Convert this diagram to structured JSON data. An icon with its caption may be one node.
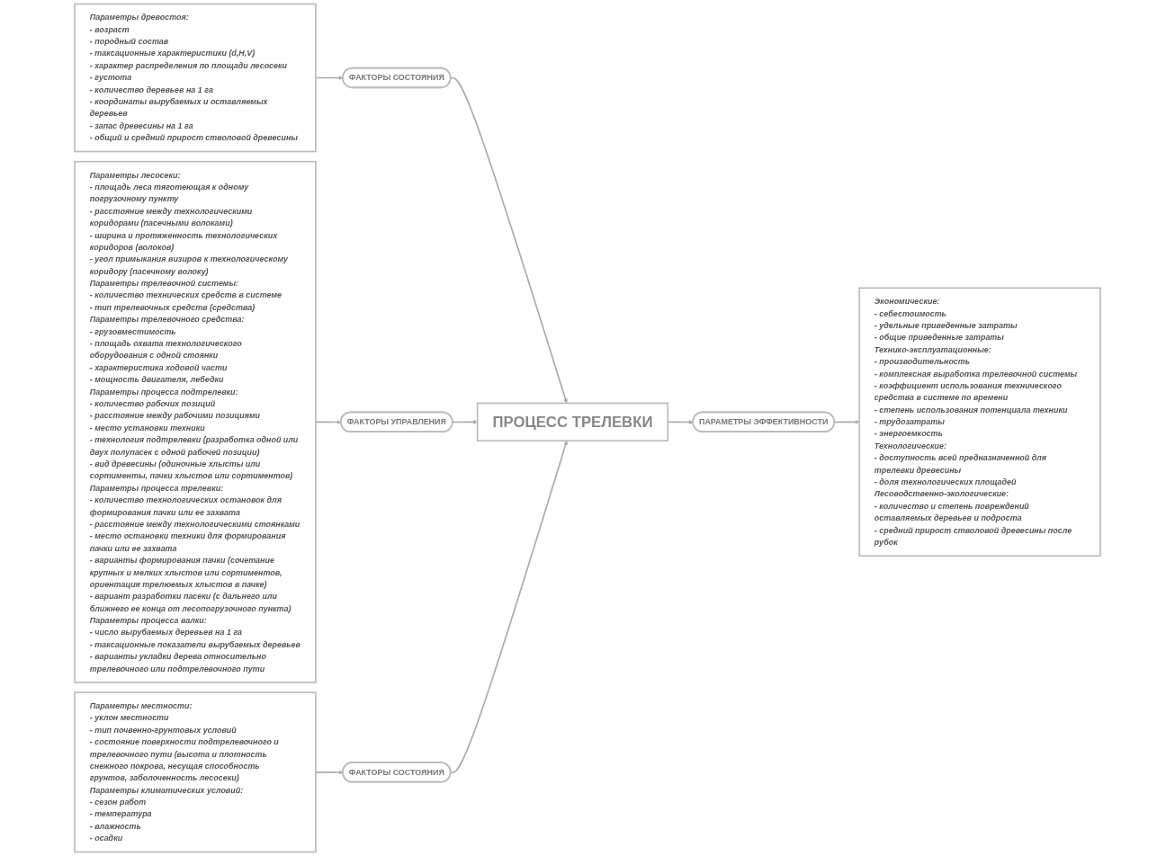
{
  "diagram": {
    "nodes": [
      {
        "text": [
          "Параметры древостоя:",
          "- возраст",
          "- породный состав",
          "- таксационные характеристики (d,H,V)",
          "- характер распределения по площади лесосеки",
          "- густота",
          "- количество деревьев на 1 га",
          "- координаты вырубаемых и оставляемых деревьев",
          "- запас древесины на 1 га",
          "- общий и средний прирост стволовой древесины"
        ]
      },
      {
        "text": [
          "Параметры лесосеки:",
          "- площадь леса тяготеющая к одному погрузочному пункту",
          "- расстояние между технологическими коридорами (пасечными волоками)",
          "- ширина и протяженность технологических коридоров (волоков)",
          "- угол примыкания визиров к технологическому коридору (пасечному волоку)",
          "Параметры трелевочной системы:",
          "- количество технических средств в системе",
          "- тип трелевочных средств (средства)",
          "Параметры трелевочного средства:",
          "- грузовместимость",
          "- площадь охвата технологического оборудования с одной стоянки",
          "- характеристика ходовой части",
          "- мощность двигателя, лебедки",
          "Параметры процесса подтрелевки:",
          "- количество рабочих позиций",
          "- расстояние между рабочими позициями",
          "- место установки техники",
          "- технология подтрелевки (разработка одной или двух полупасек с одной рабочей позиции)",
          "- вид древесины (одиночные хлысты или сортименты, пачки хлыстов или сортиментов)",
          "Параметры процесса трелевки:",
          "- количество технологических остановок для формирования пачки или ее захвата",
          "- расстояние между технологическими стоянками",
          "- место остановки техники для формирования пачки или ее захвата",
          "- варианты формирования пачки (сочетание крупных и мелких хлыстов или сортиментов, ориентация трелюемых хлыстов в пачке)",
          "- вариант разработки пасеки (с дальнего или ближнего ее конца от лесопогрузочного пункта)",
          "Параметры процесса валки:",
          "- число вырубаемых деревьев на 1 га",
          "- таксационные показатели вырубаемых деревьев",
          "- варианты укладки дерева относительно трелевочного или подтрелевочного пути"
        ]
      },
      {
        "text": [
          "ФАКТОРЫ СОСТОЯНИЯ"
        ]
      },
      {
        "text": [
          "ФАКТОРЫ УПРАВЛЕНИЯ"
        ]
      },
      {
        "text": [
          "ПРОЦЕСС ТРЕЛЕВКИ"
        ]
      },
      {
        "text": [
          "ПАРАМЕТРЫ ЭФФЕКТИВНОСТИ"
        ]
      },
      {
        "text": [
          "Экономические:",
          "- себестоимость",
          "- удельные приведенные затраты",
          "- общие приведенные затраты",
          "Технико-эксплуатационные:",
          "- производительность",
          "- комплексная выработка трелевочной системы",
          "- коэффициент использования технического средства в системе по времени",
          "- степень использования потенциала техники",
          "- трудозатраты",
          "- энергоемкость",
          "Технологические:",
          "- доступность всей предназначенной для трелевки древесины",
          "- доля технологических площадей",
          "Лесоводственно-экологические:",
          "- количество и степень повреждений оставляемых деревьев и подроста",
          "- средний прирост стволовой древесины после рубок"
        ]
      },
      {
        "text": [
          "ФАКТОРЫ СОСТОЯНИЯ"
        ]
      },
      {
        "text": [
          "Параметры местности:",
          "- уклон местности",
          "- тип почвенно-грунтовых условий",
          "- состояние поверхности подтрелевочного и трелевочного пути (высота и плотность снежного покрова, несущая способность грунтов, заболоченность лесосеки)",
          "Параметры климатических условий:",
          "- сезон работ",
          "- температура",
          "- влажность",
          "- осадки"
        ]
      }
    ],
    "edges": [
      {
        "from": 0,
        "to": 2,
        "arrow": "to"
      },
      {
        "from": 2,
        "to": 4,
        "arrow": "to"
      },
      {
        "from": 1,
        "to": 3,
        "arrow": "to"
      },
      {
        "from": 3,
        "to": 4,
        "arrow": "to"
      },
      {
        "from": 4,
        "to": 5,
        "arrow": "to"
      },
      {
        "from": 5,
        "to": 6,
        "arrow": "to"
      },
      {
        "from": 8,
        "to": 7,
        "arrow": "to"
      },
      {
        "from": 7,
        "to": 4,
        "arrow": "to"
      }
    ]
  }
}
